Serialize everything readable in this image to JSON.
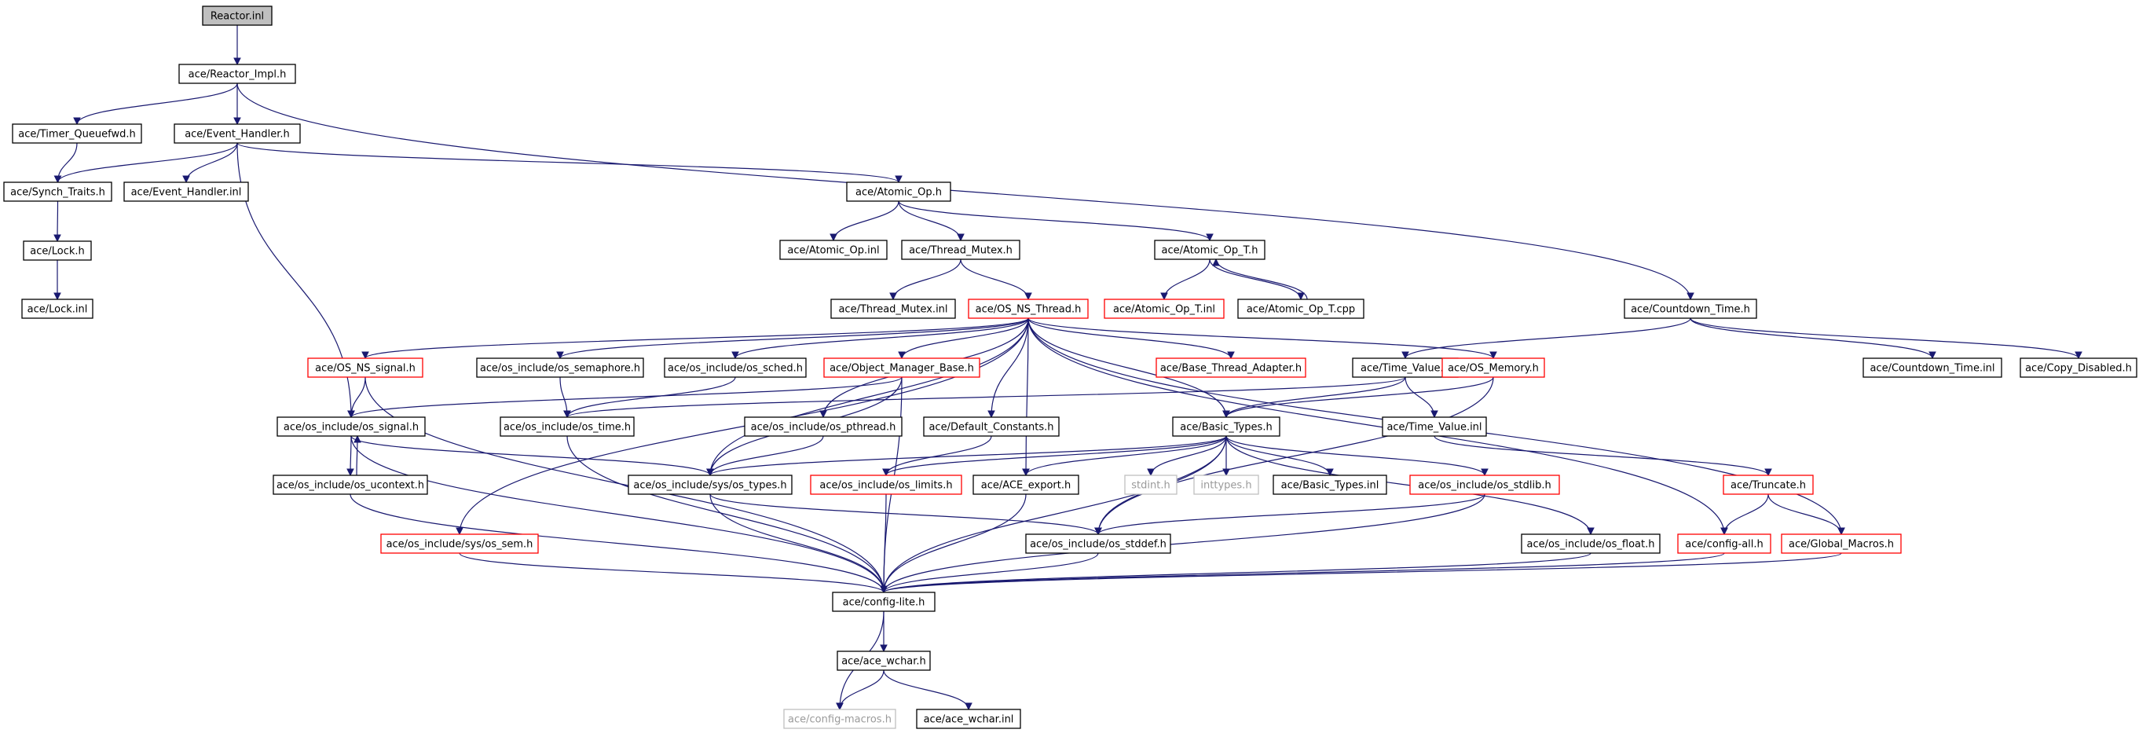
{
  "graph": {
    "nodes": [
      {
        "id": "reactor_inl",
        "label": "Reactor.inl",
        "style": "root"
      },
      {
        "id": "reactor_impl",
        "label": "ace/Reactor_Impl.h",
        "style": "normal"
      },
      {
        "id": "timer_queuefwd",
        "label": "ace/Timer_Queuefwd.h",
        "style": "normal"
      },
      {
        "id": "event_handler",
        "label": "ace/Event_Handler.h",
        "style": "normal"
      },
      {
        "id": "synch_traits",
        "label": "ace/Synch_Traits.h",
        "style": "normal"
      },
      {
        "id": "event_handler_inl",
        "label": "ace/Event_Handler.inl",
        "style": "normal"
      },
      {
        "id": "lock_h",
        "label": "ace/Lock.h",
        "style": "normal"
      },
      {
        "id": "lock_inl",
        "label": "ace/Lock.inl",
        "style": "normal"
      },
      {
        "id": "atomic_op",
        "label": "ace/Atomic_Op.h",
        "style": "normal"
      },
      {
        "id": "atomic_op_inl",
        "label": "ace/Atomic_Op.inl",
        "style": "normal"
      },
      {
        "id": "thread_mutex",
        "label": "ace/Thread_Mutex.h",
        "style": "normal"
      },
      {
        "id": "atomic_op_t",
        "label": "ace/Atomic_Op_T.h",
        "style": "normal"
      },
      {
        "id": "thread_mutex_inl",
        "label": "ace/Thread_Mutex.inl",
        "style": "normal"
      },
      {
        "id": "os_ns_thread",
        "label": "ace/OS_NS_Thread.h",
        "style": "truncated"
      },
      {
        "id": "atomic_op_t_inl",
        "label": "ace/Atomic_Op_T.inl",
        "style": "truncated"
      },
      {
        "id": "atomic_op_t_cpp",
        "label": "ace/Atomic_Op_T.cpp",
        "style": "normal"
      },
      {
        "id": "countdown_time",
        "label": "ace/Countdown_Time.h",
        "style": "normal"
      },
      {
        "id": "os_ns_signal",
        "label": "ace/OS_NS_signal.h",
        "style": "truncated"
      },
      {
        "id": "os_semaphore",
        "label": "ace/os_include/os_semaphore.h",
        "style": "normal"
      },
      {
        "id": "os_sched",
        "label": "ace/os_include/os_sched.h",
        "style": "normal"
      },
      {
        "id": "object_manager_base",
        "label": "ace/Object_Manager_Base.h",
        "style": "truncated"
      },
      {
        "id": "base_thread_adapter",
        "label": "ace/Base_Thread_Adapter.h",
        "style": "truncated"
      },
      {
        "id": "time_value",
        "label": "ace/Time_Value.h",
        "style": "normal"
      },
      {
        "id": "os_memory",
        "label": "ace/OS_Memory.h",
        "style": "truncated"
      },
      {
        "id": "countdown_time_inl",
        "label": "ace/Countdown_Time.inl",
        "style": "normal"
      },
      {
        "id": "copy_disabled",
        "label": "ace/Copy_Disabled.h",
        "style": "normal"
      },
      {
        "id": "os_signal",
        "label": "ace/os_include/os_signal.h",
        "style": "normal"
      },
      {
        "id": "os_time",
        "label": "ace/os_include/os_time.h",
        "style": "normal"
      },
      {
        "id": "os_pthread",
        "label": "ace/os_include/os_pthread.h",
        "style": "normal"
      },
      {
        "id": "default_constants",
        "label": "ace/Default_Constants.h",
        "style": "normal"
      },
      {
        "id": "basic_types",
        "label": "ace/Basic_Types.h",
        "style": "normal"
      },
      {
        "id": "time_value_inl",
        "label": "ace/Time_Value.inl",
        "style": "normal"
      },
      {
        "id": "os_ucontext",
        "label": "ace/os_include/os_ucontext.h",
        "style": "normal"
      },
      {
        "id": "sys_types",
        "label": "ace/os_include/sys/os_types.h",
        "style": "normal"
      },
      {
        "id": "os_limits",
        "label": "ace/os_include/os_limits.h",
        "style": "truncated"
      },
      {
        "id": "ace_export",
        "label": "ace/ACE_export.h",
        "style": "normal"
      },
      {
        "id": "stdint_h",
        "label": "stdint.h",
        "style": "system"
      },
      {
        "id": "inttypes_h",
        "label": "inttypes.h",
        "style": "system"
      },
      {
        "id": "basic_types_inl",
        "label": "ace/Basic_Types.inl",
        "style": "normal"
      },
      {
        "id": "os_stdlib",
        "label": "ace/os_include/os_stdlib.h",
        "style": "truncated"
      },
      {
        "id": "truncate",
        "label": "ace/Truncate.h",
        "style": "truncated"
      },
      {
        "id": "sys_os_sem",
        "label": "ace/os_include/sys/os_sem.h",
        "style": "truncated"
      },
      {
        "id": "os_stddef",
        "label": "ace/os_include/os_stddef.h",
        "style": "normal"
      },
      {
        "id": "os_float",
        "label": "ace/os_include/os_float.h",
        "style": "normal"
      },
      {
        "id": "config_all",
        "label": "ace/config-all.h",
        "style": "truncated"
      },
      {
        "id": "global_macros",
        "label": "ace/Global_Macros.h",
        "style": "truncated"
      },
      {
        "id": "config_lite",
        "label": "ace/config-lite.h",
        "style": "normal"
      },
      {
        "id": "ace_wchar",
        "label": "ace/ace_wchar.h",
        "style": "normal"
      },
      {
        "id": "config_macros",
        "label": "ace/config-macros.h",
        "style": "system"
      },
      {
        "id": "ace_wchar_inl",
        "label": "ace/ace_wchar.inl",
        "style": "normal"
      }
    ],
    "edges": [
      [
        "reactor_inl",
        "reactor_impl"
      ],
      [
        "reactor_impl",
        "timer_queuefwd"
      ],
      [
        "reactor_impl",
        "event_handler"
      ],
      [
        "reactor_impl",
        "countdown_time"
      ],
      [
        "timer_queuefwd",
        "synch_traits"
      ],
      [
        "event_handler",
        "synch_traits"
      ],
      [
        "event_handler",
        "event_handler_inl"
      ],
      [
        "event_handler",
        "atomic_op"
      ],
      [
        "event_handler",
        "os_signal"
      ],
      [
        "synch_traits",
        "lock_h"
      ],
      [
        "lock_h",
        "lock_inl"
      ],
      [
        "atomic_op",
        "atomic_op_inl"
      ],
      [
        "atomic_op",
        "thread_mutex"
      ],
      [
        "atomic_op",
        "atomic_op_t"
      ],
      [
        "thread_mutex",
        "thread_mutex_inl"
      ],
      [
        "thread_mutex",
        "os_ns_thread"
      ],
      [
        "atomic_op_t",
        "atomic_op_t_inl"
      ],
      [
        "atomic_op_t",
        "atomic_op_t_cpp"
      ],
      [
        "atomic_op_t_cpp",
        "atomic_op_t"
      ],
      [
        "os_ns_thread",
        "os_ns_signal"
      ],
      [
        "os_ns_thread",
        "os_semaphore"
      ],
      [
        "os_ns_thread",
        "os_sched"
      ],
      [
        "os_ns_thread",
        "object_manager_base"
      ],
      [
        "os_ns_thread",
        "base_thread_adapter"
      ],
      [
        "os_ns_thread",
        "os_memory"
      ],
      [
        "os_ns_thread",
        "basic_types"
      ],
      [
        "os_ns_thread",
        "os_pthread"
      ],
      [
        "os_ns_thread",
        "default_constants"
      ],
      [
        "os_ns_thread",
        "ace_export"
      ],
      [
        "os_ns_thread",
        "sys_os_sem"
      ],
      [
        "os_ns_thread",
        "config_all"
      ],
      [
        "os_ns_thread",
        "global_macros"
      ],
      [
        "os_ns_thread",
        "sys_types"
      ],
      [
        "countdown_time",
        "time_value"
      ],
      [
        "countdown_time",
        "countdown_time_inl"
      ],
      [
        "countdown_time",
        "copy_disabled"
      ],
      [
        "os_ns_signal",
        "os_signal"
      ],
      [
        "os_ns_signal",
        "config_lite"
      ],
      [
        "os_semaphore",
        "os_time"
      ],
      [
        "os_sched",
        "os_time"
      ],
      [
        "object_manager_base",
        "os_signal"
      ],
      [
        "object_manager_base",
        "sys_types"
      ],
      [
        "object_manager_base",
        "config_lite"
      ],
      [
        "time_value",
        "basic_types"
      ],
      [
        "time_value",
        "time_value_inl"
      ],
      [
        "time_value",
        "os_time"
      ],
      [
        "os_memory",
        "basic_types"
      ],
      [
        "os_memory",
        "os_stddef"
      ],
      [
        "os_signal",
        "os_ucontext"
      ],
      [
        "os_signal",
        "sys_types"
      ],
      [
        "os_signal",
        "config_lite"
      ],
      [
        "os_ucontext",
        "os_signal"
      ],
      [
        "os_ucontext",
        "config_lite"
      ],
      [
        "os_time",
        "config_lite"
      ],
      [
        "os_pthread",
        "sys_types"
      ],
      [
        "default_constants",
        "os_limits"
      ],
      [
        "basic_types",
        "sys_types"
      ],
      [
        "basic_types",
        "os_limits"
      ],
      [
        "basic_types",
        "ace_export"
      ],
      [
        "basic_types",
        "stdint_h"
      ],
      [
        "basic_types",
        "inttypes_h"
      ],
      [
        "basic_types",
        "basic_types_inl"
      ],
      [
        "basic_types",
        "os_stdlib"
      ],
      [
        "basic_types",
        "os_stddef"
      ],
      [
        "basic_types",
        "os_float"
      ],
      [
        "basic_types",
        "config_lite"
      ],
      [
        "time_value_inl",
        "truncate"
      ],
      [
        "truncate",
        "config_all"
      ],
      [
        "truncate",
        "global_macros"
      ],
      [
        "sys_types",
        "os_stddef"
      ],
      [
        "sys_types",
        "config_lite"
      ],
      [
        "os_limits",
        "config_lite"
      ],
      [
        "ace_export",
        "config_lite"
      ],
      [
        "os_stdlib",
        "os_stddef"
      ],
      [
        "os_stdlib",
        "config_lite"
      ],
      [
        "sys_os_sem",
        "config_lite"
      ],
      [
        "os_stddef",
        "config_lite"
      ],
      [
        "os_float",
        "config_lite"
      ],
      [
        "config_all",
        "config_lite"
      ],
      [
        "global_macros",
        "config_lite"
      ],
      [
        "config_lite",
        "ace_wchar"
      ],
      [
        "config_lite",
        "config_macros"
      ],
      [
        "ace_wchar",
        "config_macros"
      ],
      [
        "ace_wchar",
        "ace_wchar_inl"
      ]
    ]
  },
  "colors": {
    "edge": "#191970",
    "node_border": "#000000",
    "truncated_border": "#ff0000",
    "system_border": "#c0c0c0",
    "root_fill": "#bfbfbf",
    "background": "#ffffff"
  }
}
